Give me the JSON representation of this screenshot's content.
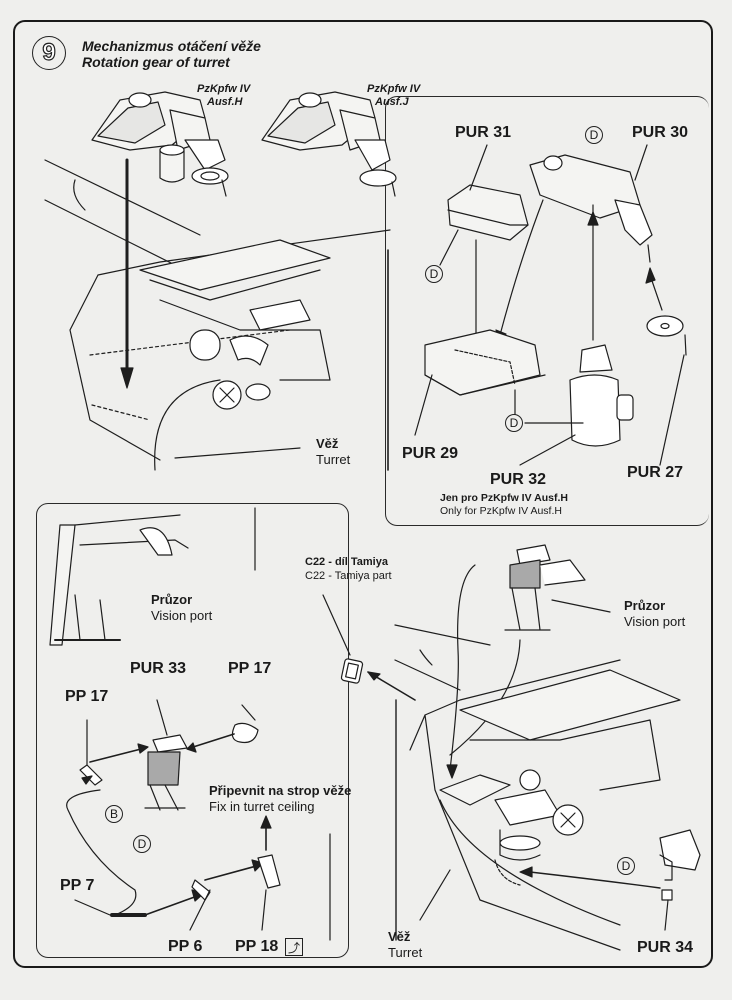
{
  "step": {
    "number": "9",
    "title_cz": "Mechanizmus otáčení věže",
    "title_en": "Rotation gear of turret"
  },
  "variants": [
    {
      "name_line1": "PzKpfw IV",
      "name_line2": "Ausf.H"
    },
    {
      "name_line1": "PzKpfw IV",
      "name_line2": "Ausf.J"
    }
  ],
  "turret_label_top": {
    "cz": "Věž",
    "en": "Turret"
  },
  "detail_box_top": {
    "parts": {
      "pur31": "PUR 31",
      "pur30": "PUR 30",
      "pur29": "PUR 29",
      "pur32": "PUR 32",
      "pur27": "PUR 27"
    },
    "pur32_note_cz": "Jen pro PzKpfw IV Ausf.H",
    "pur32_note_en": "Only for PzKpfw IV Ausf.H",
    "marker": "D"
  },
  "vision_port_box": {
    "label_cz": "Průzor",
    "label_en": "Vision port",
    "parts": {
      "pur33": "PUR 33",
      "pp17_left": "PP 17",
      "pp17_right": "PP 17",
      "pp7": "PP 7",
      "pp6": "PP 6",
      "pp18": "PP 18"
    },
    "markers": {
      "b": "B",
      "d": "D"
    },
    "fix_cz": "Připevnit na strop věže",
    "fix_en": "Fix in turret ceiling",
    "bend_icon": "bend-symbol-icon"
  },
  "c22": {
    "cz": "C22 - díl Tamiya",
    "en": "C22 - Tamiya part"
  },
  "vision_port_right": {
    "cz": "Průzor",
    "en": "Vision port"
  },
  "turret_label_bottom": {
    "cz": "Věž",
    "en": "Turret"
  },
  "pur34": {
    "label": "PUR 34",
    "marker": "D"
  }
}
